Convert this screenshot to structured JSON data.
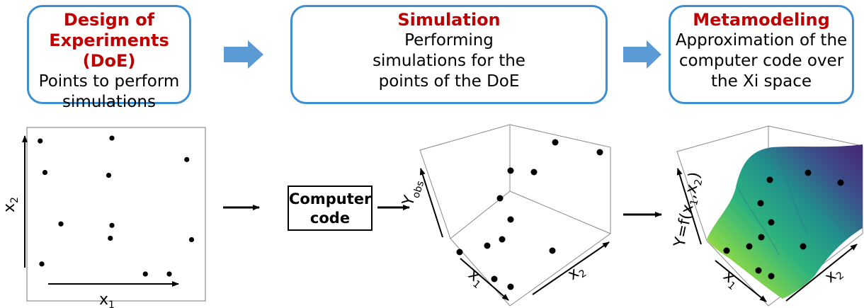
{
  "steps": {
    "doe": {
      "title_line1": "Design of",
      "title_line2": "Experiments (DoE)",
      "body_line1": "Points to perform",
      "body_line2": "simulations"
    },
    "simulation": {
      "title": "Simulation",
      "body_line1": "Performing",
      "body_line2": "simulations for the",
      "body_line3": "points of the DoE"
    },
    "metamodeling": {
      "title": "Metamodeling",
      "body_line1": "Approximation of the",
      "body_line2": "computer code over",
      "body_line3": "the Xi space"
    }
  },
  "computer_code": {
    "line1": "Computer",
    "line2": "code"
  },
  "doe_plot": {
    "x_label": "x",
    "x_sub": "1",
    "y_label": "x",
    "y_sub": "2",
    "points": [
      [
        0.03,
        0.94
      ],
      [
        0.48,
        0.96
      ],
      [
        0.95,
        0.81
      ],
      [
        0.06,
        0.72
      ],
      [
        0.46,
        0.7
      ],
      [
        0.16,
        0.36
      ],
      [
        0.48,
        0.35
      ],
      [
        0.47,
        0.26
      ],
      [
        0.98,
        0.25
      ],
      [
        0.04,
        0.08
      ],
      [
        0.69,
        0.01
      ],
      [
        0.84,
        0.01
      ]
    ]
  },
  "sim_plot": {
    "y_label": "Y",
    "y_sub": "obs",
    "x1_label": "x",
    "x1_sub": "1",
    "x2_label": "x",
    "x2_sub": "2"
  },
  "meta_plot": {
    "y_label": "Y=f(x",
    "y_sub1": "1",
    "y_mid": ",x",
    "y_sub2": "2",
    "y_end": ")",
    "x1_label": "x",
    "x1_sub": "1",
    "x2_label": "x",
    "x2_sub": "2"
  },
  "colors": {
    "box_border": "#3d8fd1",
    "title_red": "#c00000",
    "arrow_blue": "#5b9bd5"
  }
}
